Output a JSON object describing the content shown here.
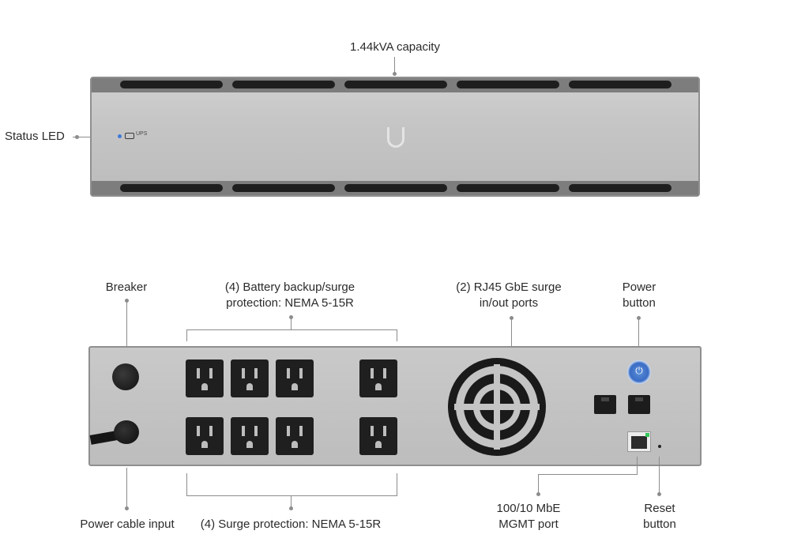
{
  "front_view": {
    "capacity_label": "1.44kVA capacity",
    "status_led_label": "Status LED",
    "ups_text": "UPS"
  },
  "rear_view": {
    "breaker_label": "Breaker",
    "battery_outlets_label": "(4) Battery backup/surge protection: NEMA 5-15R",
    "rj45_label": "(2) RJ45 GbE surge in/out ports",
    "power_button_label": "Power button",
    "power_cable_label": "Power cable input",
    "surge_outlets_label": "(4) Surge protection: NEMA 5-15R",
    "mgmt_port_label": "100/10 MbE MGMT port",
    "reset_button_label": "Reset button"
  },
  "colors": {
    "led_blue": "#3f7ad8",
    "power_button_blue": "#3a6cc4",
    "mgmt_link_green": "#36c75a",
    "chassis_gray": "#c5c5c5"
  }
}
